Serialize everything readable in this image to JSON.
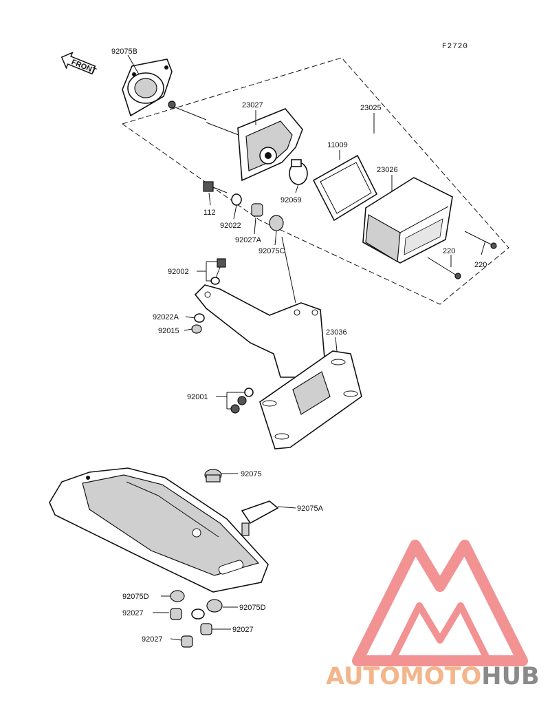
{
  "figure_code": "F2720",
  "front_label": "FRONT",
  "parts": [
    {
      "id": "p-92075b",
      "label": "92075B"
    },
    {
      "id": "p-23027",
      "label": "23027"
    },
    {
      "id": "p-23025",
      "label": "23025"
    },
    {
      "id": "p-11009",
      "label": "11009"
    },
    {
      "id": "p-23026",
      "label": "23026"
    },
    {
      "id": "p-92069",
      "label": "92069"
    },
    {
      "id": "p-112",
      "label": "112"
    },
    {
      "id": "p-92022",
      "label": "92022"
    },
    {
      "id": "p-92027a",
      "label": "92027A"
    },
    {
      "id": "p-92075c",
      "label": "92075C"
    },
    {
      "id": "p-220a",
      "label": "220"
    },
    {
      "id": "p-220b",
      "label": "220"
    },
    {
      "id": "p-92002",
      "label": "92002"
    },
    {
      "id": "p-92022a",
      "label": "92022A"
    },
    {
      "id": "p-92015",
      "label": "92015"
    },
    {
      "id": "p-23036",
      "label": "23036"
    },
    {
      "id": "p-92001",
      "label": "92001"
    },
    {
      "id": "p-92075",
      "label": "92075"
    },
    {
      "id": "p-92075a",
      "label": "92075A"
    },
    {
      "id": "p-92075d-l",
      "label": "92075D"
    },
    {
      "id": "p-92075d-r",
      "label": "92075D"
    },
    {
      "id": "p-92027-a",
      "label": "92027"
    },
    {
      "id": "p-92027-b",
      "label": "92027"
    },
    {
      "id": "p-92027-c",
      "label": "92027"
    }
  ],
  "watermark": {
    "part1": "AUTOMOTO",
    "part2": "HUB",
    "color1": "#f5b58a",
    "color2": "#8a8a8a",
    "logo_color": "#f08080"
  }
}
